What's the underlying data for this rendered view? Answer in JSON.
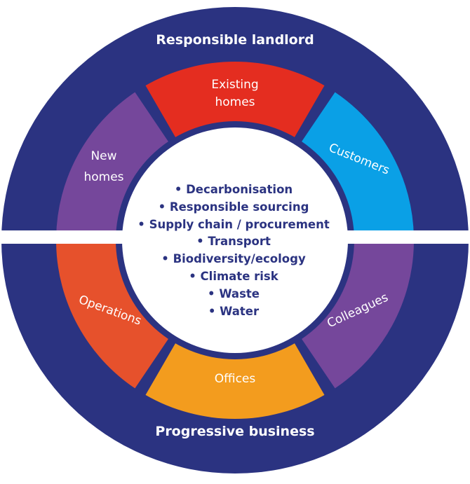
{
  "top_band": {
    "label": "Responsible landlord"
  },
  "bottom_band": {
    "label": "Progressive business"
  },
  "segments": {
    "existing_homes": {
      "label_lines": [
        "Existing",
        "homes"
      ],
      "color": "#e42d20"
    },
    "customers": {
      "label": "Customers",
      "color": "#0aa0e6"
    },
    "new_homes": {
      "label_lines": [
        "New",
        "homes"
      ],
      "color": "#75479b"
    },
    "operations": {
      "label": "Operations",
      "color": "#e6512c"
    },
    "offices": {
      "label": "Offices",
      "color": "#f39c1e"
    },
    "colleagues": {
      "label": "Colleagues",
      "color": "#75479b"
    }
  },
  "center_list": [
    "• Decarbonisation",
    "• Responsible sourcing",
    "• Supply chain / procurement",
    "• Transport",
    "• Biodiversity/ecology",
    "• Climate risk",
    "• Waste",
    "• Water"
  ],
  "colors": {
    "ring": "#2b3381",
    "center_bg": "#ffffff",
    "divider": "#ffffff",
    "center_text": "#2b3381"
  }
}
